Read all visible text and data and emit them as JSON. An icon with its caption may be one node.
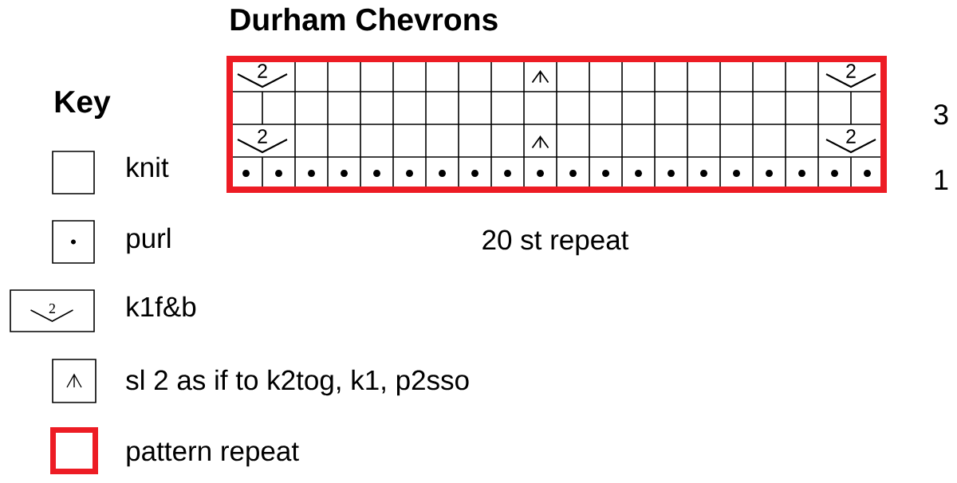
{
  "diagram": {
    "title": "Durham Chevrons",
    "labels": [
      "2",
      "2",
      "3",
      "2",
      "2",
      "1",
      "20 st repeat",
      "Key",
      "2"
    ],
    "legend": [
      {
        "text": "knit"
      },
      {
        "text": "purl"
      },
      {
        "text": "k1f&b"
      },
      {
        "text": "sl 2 as if to k2tog, k1, p2sso"
      },
      {
        "text": "pattern repeat"
      }
    ]
  }
}
